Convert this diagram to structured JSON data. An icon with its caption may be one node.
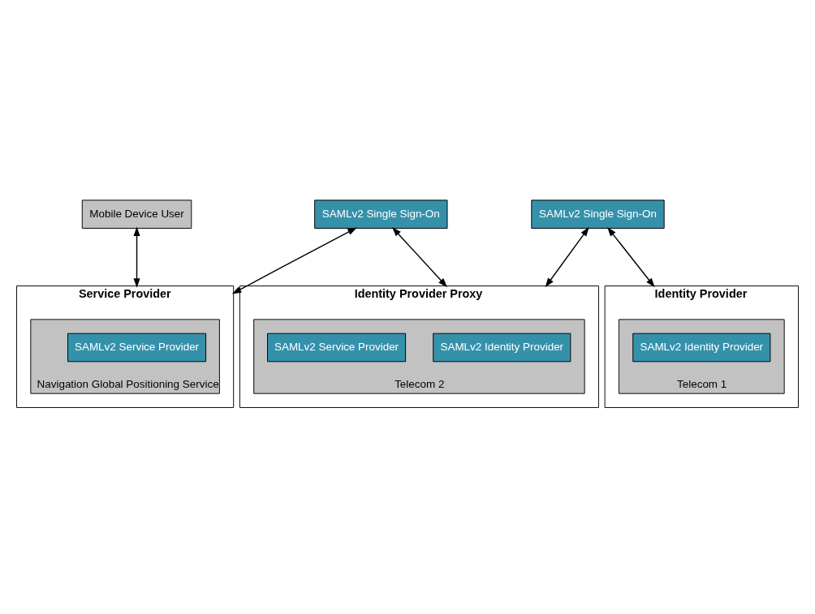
{
  "diagram": {
    "nodes": [
      {
        "text": [
          "Mobile Device User"
        ]
      },
      {
        "text": [
          "SAMLv2 Single Sign-On"
        ]
      },
      {
        "text": [
          "SAMLv2 Single Sign-On"
        ]
      },
      {
        "text": [
          "Service Provider"
        ]
      },
      {
        "text": [
          "Navigation Global Positioning Service"
        ],
        "in": 3
      },
      {
        "text": [
          "SAMLv2 Service Provider"
        ],
        "in": 4
      },
      {
        "text": [
          "Identity Provider Proxy"
        ]
      },
      {
        "text": [
          "Telecom 2"
        ],
        "in": 6
      },
      {
        "text": [
          "SAMLv2 Identity Provider"
        ],
        "in": 7
      },
      {
        "text": [
          "SAMLv2 Service Provider"
        ],
        "in": 7
      },
      {
        "text": [
          "Identity Provider"
        ]
      },
      {
        "text": [
          "Telecom 1"
        ],
        "in": 10
      },
      {
        "text": [
          "SAMLv2 Identity Provider"
        ],
        "in": 11
      }
    ],
    "edges": [
      {
        "from": 0,
        "to": 3,
        "arrow": "both"
      },
      {
        "from": 1,
        "to": 3,
        "arrow": "both"
      },
      {
        "from": 1,
        "to": 6,
        "arrow": "both"
      },
      {
        "from": 2,
        "to": 6,
        "arrow": "both"
      },
      {
        "from": 2,
        "to": 10,
        "arrow": "both"
      }
    ]
  }
}
